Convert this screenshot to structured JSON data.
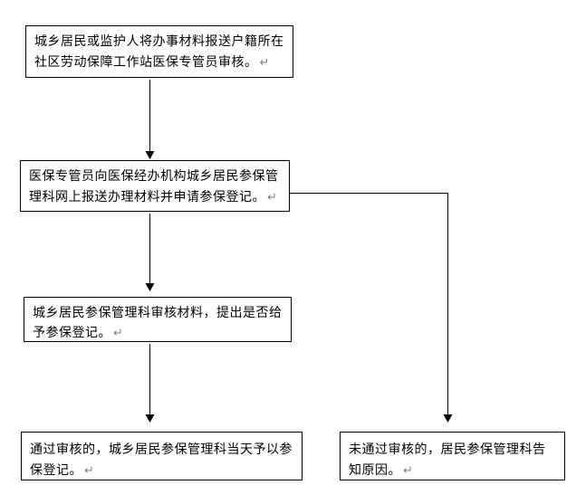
{
  "diagram": {
    "type": "flowchart",
    "background_color": "#ffffff",
    "node_border_color": "#000000",
    "node_fill_color": "#ffffff",
    "text_color": "#000000",
    "return_mark_color": "#808080",
    "return_mark": "↵",
    "nodes": [
      {
        "id": "step1",
        "text": "城乡居民或监护人将办事材料报送户籍所在社区劳动保障工作站医保专管员审核。"
      },
      {
        "id": "step2",
        "text": "医保专管员向医保经办机构城乡居民参保管理科网上报送办理材料并申请参保登记。"
      },
      {
        "id": "step3",
        "text": "城乡居民参保管理科审核材料，提出是否给予参保登记。"
      },
      {
        "id": "step4",
        "text": "通过审核的，城乡居民参保管理科当天予以参保登记。"
      },
      {
        "id": "step5",
        "text": "未通过审核的，居民参保管理科告知原因。"
      }
    ],
    "edges": [
      {
        "from": "step1",
        "to": "step2",
        "style": "straight-down-arrow"
      },
      {
        "from": "step2",
        "to": "step3",
        "style": "straight-down-arrow"
      },
      {
        "from": "step3",
        "to": "step4",
        "style": "straight-down-arrow"
      },
      {
        "from": "step2",
        "to": "step5",
        "style": "right-elbow-down-arrow"
      }
    ]
  }
}
